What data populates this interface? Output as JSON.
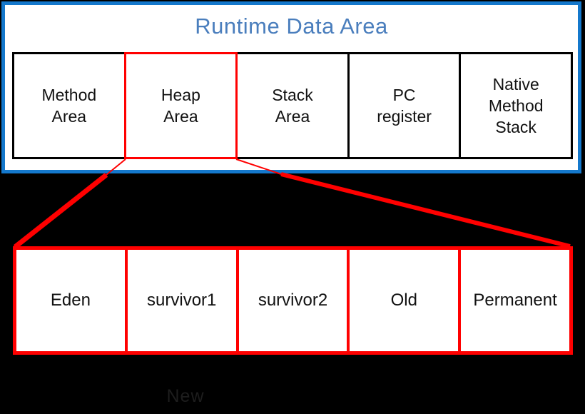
{
  "page": {
    "background_color": "#000000"
  },
  "diagram": {
    "title": "Runtime Data Area",
    "title_color": "#4a7ebd",
    "panel_border_color": "#1478cc",
    "highlight_color": "#ff0000",
    "runtime_areas": [
      {
        "label": "Method Area",
        "lines": [
          "Method",
          "Area"
        ],
        "highlighted": false
      },
      {
        "label": "Heap Area",
        "lines": [
          "Heap",
          "Area"
        ],
        "highlighted": true
      },
      {
        "label": "Stack Area",
        "lines": [
          "Stack",
          "Area"
        ],
        "highlighted": false
      },
      {
        "label": "PC register",
        "lines": [
          "PC",
          "register"
        ],
        "highlighted": false
      },
      {
        "label": "Native Method Stack",
        "lines": [
          "Native",
          "Method",
          "Stack"
        ],
        "highlighted": false
      }
    ],
    "heap_regions": [
      {
        "label": "Eden"
      },
      {
        "label": "survivor1"
      },
      {
        "label": "survivor2"
      },
      {
        "label": "Old"
      },
      {
        "label": "Permanent"
      }
    ],
    "faint_label": "New"
  }
}
